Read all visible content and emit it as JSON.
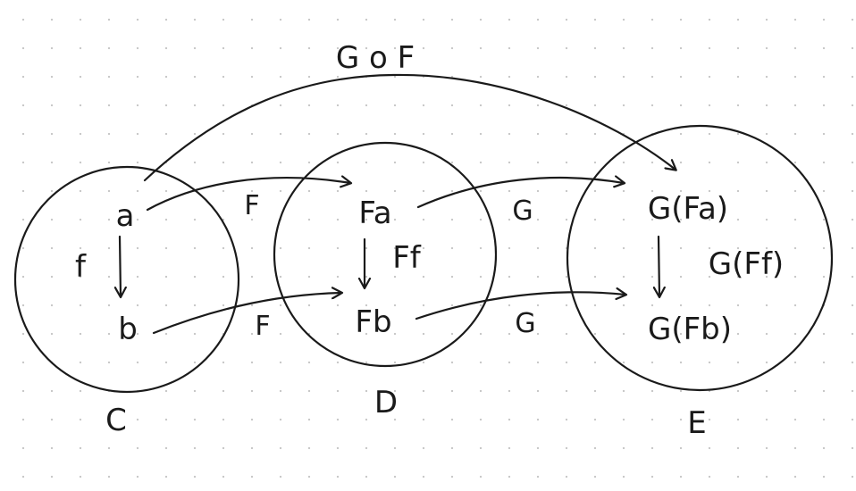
{
  "composite_label": "G o F",
  "categories": {
    "C": {
      "label": "C",
      "object_a": "a",
      "object_b": "b",
      "morphism": "f"
    },
    "D": {
      "label": "D",
      "object_a": "Fa",
      "object_b": "Fb",
      "morphism": "Ff"
    },
    "E": {
      "label": "E",
      "object_a": "G(Fa)",
      "object_b": "G(Fb)",
      "morphism": "G(Ff)"
    }
  },
  "functors": {
    "F_top": "F",
    "F_bottom": "F",
    "G_top": "G",
    "G_bottom": "G"
  }
}
